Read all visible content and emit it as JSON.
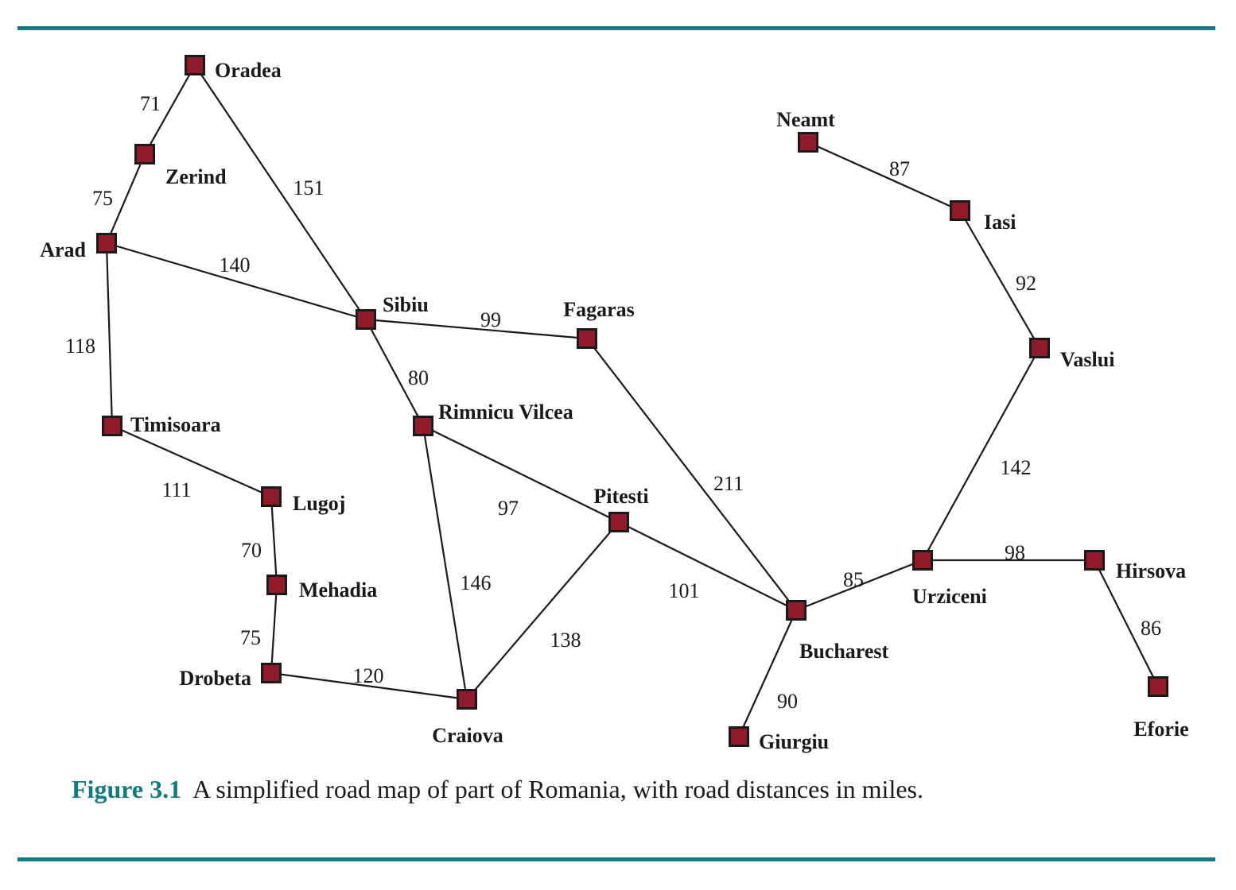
{
  "colors": {
    "rule": "#137a7f",
    "node": "#8e1a2a",
    "caption_accent": "#137a7f"
  },
  "caption": {
    "number": "Figure 3.1",
    "text": "A simplified road map of part of Romania, with road distances in miles."
  },
  "cities": [
    {
      "id": "oradea",
      "label": "Oradea"
    },
    {
      "id": "zerind",
      "label": "Zerind"
    },
    {
      "id": "arad",
      "label": "Arad"
    },
    {
      "id": "timisoara",
      "label": "Timisoara"
    },
    {
      "id": "lugoj",
      "label": "Lugoj"
    },
    {
      "id": "mehadia",
      "label": "Mehadia"
    },
    {
      "id": "drobeta",
      "label": "Drobeta"
    },
    {
      "id": "sibiu",
      "label": "Sibiu"
    },
    {
      "id": "rimnicu-vilcea",
      "label": "Rimnicu Vilcea"
    },
    {
      "id": "craiova",
      "label": "Craiova"
    },
    {
      "id": "fagaras",
      "label": "Fagaras"
    },
    {
      "id": "pitesti",
      "label": "Pitesti"
    },
    {
      "id": "bucharest",
      "label": "Bucharest"
    },
    {
      "id": "giurgiu",
      "label": "Giurgiu"
    },
    {
      "id": "urziceni",
      "label": "Urziceni"
    },
    {
      "id": "hirsova",
      "label": "Hirsova"
    },
    {
      "id": "eforie",
      "label": "Eforie"
    },
    {
      "id": "vaslui",
      "label": "Vaslui"
    },
    {
      "id": "iasi",
      "label": "Iasi"
    },
    {
      "id": "neamt",
      "label": "Neamt"
    }
  ],
  "roads": [
    {
      "from": "oradea",
      "to": "zerind",
      "distance": "71"
    },
    {
      "from": "zerind",
      "to": "arad",
      "distance": "75"
    },
    {
      "from": "oradea",
      "to": "sibiu",
      "distance": "151"
    },
    {
      "from": "arad",
      "to": "sibiu",
      "distance": "140"
    },
    {
      "from": "arad",
      "to": "timisoara",
      "distance": "118"
    },
    {
      "from": "timisoara",
      "to": "lugoj",
      "distance": "111"
    },
    {
      "from": "lugoj",
      "to": "mehadia",
      "distance": "70"
    },
    {
      "from": "mehadia",
      "to": "drobeta",
      "distance": "75"
    },
    {
      "from": "drobeta",
      "to": "craiova",
      "distance": "120"
    },
    {
      "from": "sibiu",
      "to": "fagaras",
      "distance": "99"
    },
    {
      "from": "sibiu",
      "to": "rimnicu-vilcea",
      "distance": "80"
    },
    {
      "from": "rimnicu-vilcea",
      "to": "pitesti",
      "distance": "97"
    },
    {
      "from": "rimnicu-vilcea",
      "to": "craiova",
      "distance": "146"
    },
    {
      "from": "craiova",
      "to": "pitesti",
      "distance": "138"
    },
    {
      "from": "pitesti",
      "to": "bucharest",
      "distance": "101"
    },
    {
      "from": "fagaras",
      "to": "bucharest",
      "distance": "211"
    },
    {
      "from": "bucharest",
      "to": "giurgiu",
      "distance": "90"
    },
    {
      "from": "bucharest",
      "to": "urziceni",
      "distance": "85"
    },
    {
      "from": "urziceni",
      "to": "hirsova",
      "distance": "98"
    },
    {
      "from": "hirsova",
      "to": "eforie",
      "distance": "86"
    },
    {
      "from": "urziceni",
      "to": "vaslui",
      "distance": "142"
    },
    {
      "from": "vaslui",
      "to": "iasi",
      "distance": "92"
    },
    {
      "from": "iasi",
      "to": "neamt",
      "distance": "87"
    }
  ]
}
